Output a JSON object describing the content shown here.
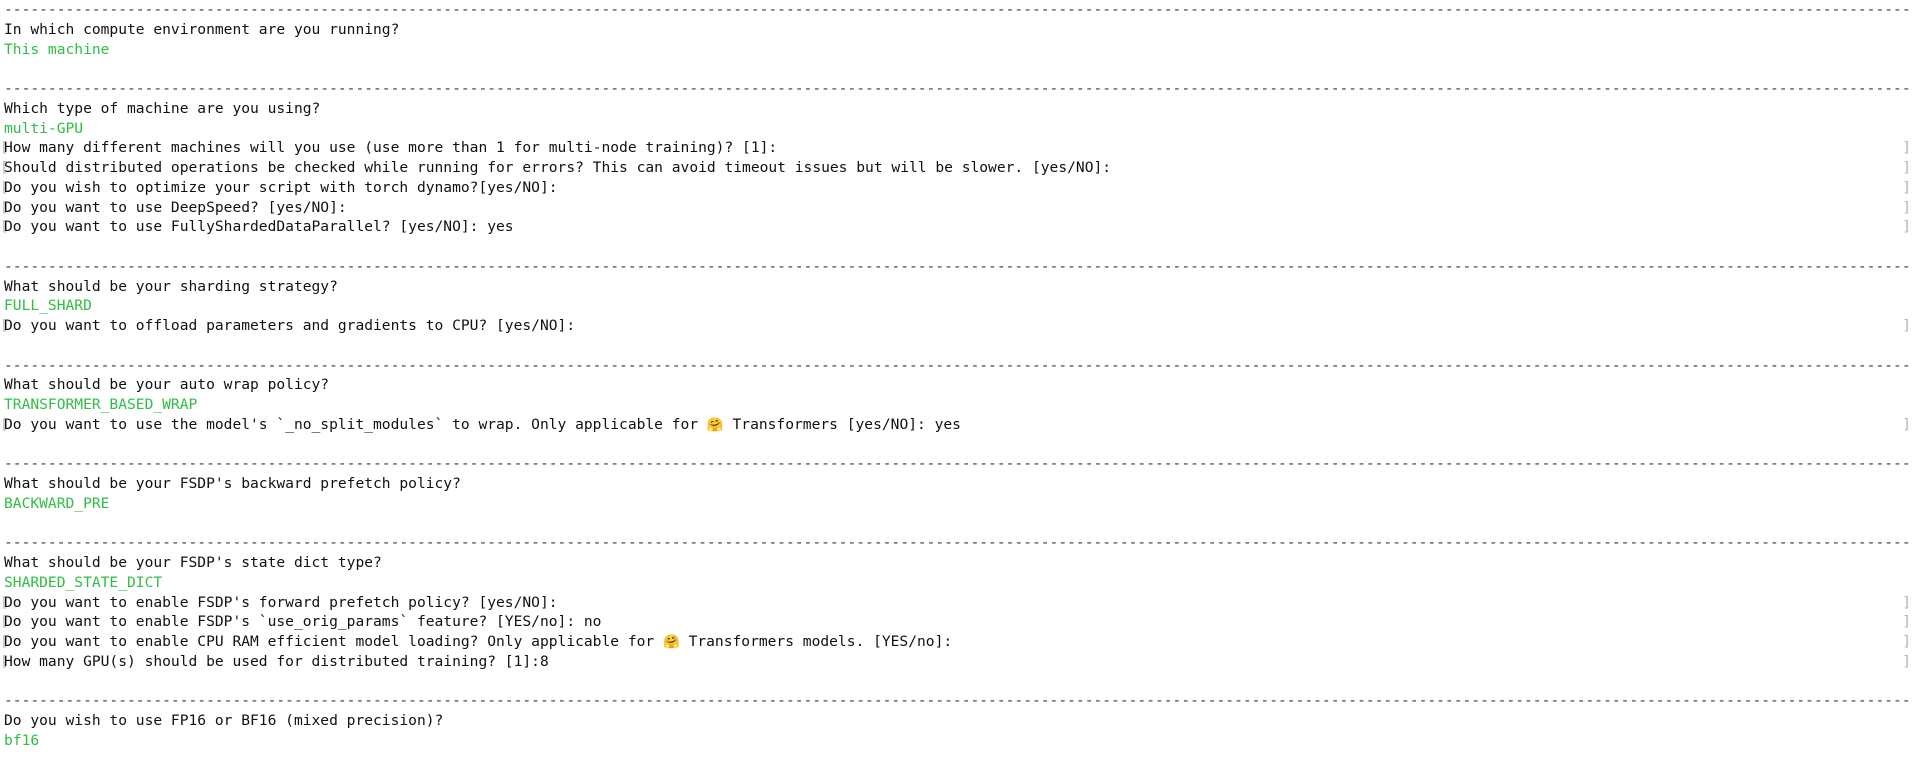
{
  "terminal": {
    "title": "accelerate config",
    "colors": {
      "background": "#ffffff",
      "text": "#111111",
      "answer_green": "#2fbd46",
      "rule": "#3a3a3a",
      "marker_gray": "#b4b4b4"
    },
    "markers": {
      "left": "[",
      "right": "]"
    },
    "rule": "-------------------------------------------------------------------------------------------------------------------------------------------------------------------------------------------------------------------------------------------------------------------",
    "lines": [
      {
        "kind": "rule",
        "text": ""
      },
      {
        "kind": "plain",
        "text": "In which compute environment are you running?"
      },
      {
        "kind": "answer",
        "text": "This machine"
      },
      {
        "kind": "blank",
        "text": ""
      },
      {
        "kind": "rule",
        "text": ""
      },
      {
        "kind": "plain",
        "text": "Which type of machine are you using?"
      },
      {
        "kind": "answer",
        "text": "multi-GPU"
      },
      {
        "kind": "prompt",
        "text": "How many different machines will you use (use more than 1 for multi-node training)? [1]:"
      },
      {
        "kind": "prompt",
        "text": "Should distributed operations be checked while running for errors? This can avoid timeout issues but will be slower. [yes/NO]:"
      },
      {
        "kind": "prompt",
        "text": "Do you wish to optimize your script with torch dynamo?[yes/NO]:"
      },
      {
        "kind": "prompt",
        "text": "Do you want to use DeepSpeed? [yes/NO]:"
      },
      {
        "kind": "prompt",
        "text": "Do you want to use FullyShardedDataParallel? [yes/NO]: yes"
      },
      {
        "kind": "blank",
        "text": ""
      },
      {
        "kind": "rule",
        "text": ""
      },
      {
        "kind": "plain",
        "text": "What should be your sharding strategy?"
      },
      {
        "kind": "answer",
        "text": "FULL_SHARD"
      },
      {
        "kind": "prompt",
        "text": "Do you want to offload parameters and gradients to CPU? [yes/NO]:"
      },
      {
        "kind": "blank",
        "text": ""
      },
      {
        "kind": "rule",
        "text": ""
      },
      {
        "kind": "plain",
        "text": "What should be your auto wrap policy?"
      },
      {
        "kind": "answer",
        "text": "TRANSFORMER_BASED_WRAP"
      },
      {
        "kind": "prompt",
        "text": "Do you want to use the model's `_no_split_modules` to wrap. Only applicable for 🤗 Transformers [yes/NO]: yes"
      },
      {
        "kind": "blank",
        "text": ""
      },
      {
        "kind": "rule",
        "text": ""
      },
      {
        "kind": "plain",
        "text": "What should be your FSDP's backward prefetch policy?"
      },
      {
        "kind": "answer",
        "text": "BACKWARD_PRE"
      },
      {
        "kind": "blank",
        "text": ""
      },
      {
        "kind": "rule",
        "text": ""
      },
      {
        "kind": "plain",
        "text": "What should be your FSDP's state dict type?"
      },
      {
        "kind": "answer",
        "text": "SHARDED_STATE_DICT"
      },
      {
        "kind": "prompt",
        "text": "Do you want to enable FSDP's forward prefetch policy? [yes/NO]:"
      },
      {
        "kind": "prompt",
        "text": "Do you want to enable FSDP's `use_orig_params` feature? [YES/no]: no"
      },
      {
        "kind": "prompt",
        "text": "Do you want to enable CPU RAM efficient model loading? Only applicable for 🤗 Transformers models. [YES/no]:"
      },
      {
        "kind": "prompt",
        "text": "How many GPU(s) should be used for distributed training? [1]:8"
      },
      {
        "kind": "blank",
        "text": ""
      },
      {
        "kind": "rule",
        "text": ""
      },
      {
        "kind": "plain",
        "text": "Do you wish to use FP16 or BF16 (mixed precision)?"
      },
      {
        "kind": "answer",
        "text": "bf16"
      }
    ]
  }
}
